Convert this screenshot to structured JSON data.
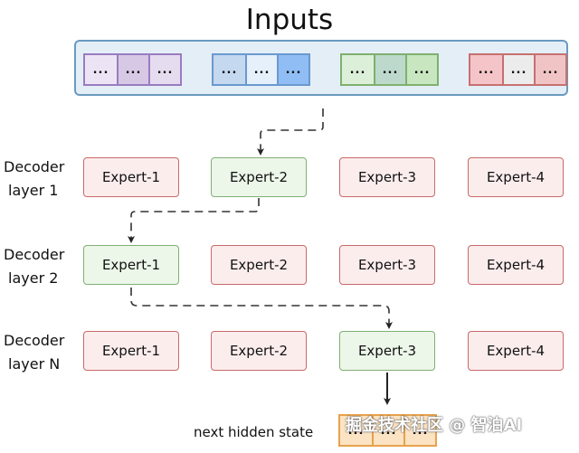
{
  "title": "Inputs",
  "token_text": "...",
  "input_groups": [
    {
      "border": "#9a7cc0",
      "fills": [
        "#ece4f4",
        "#d7c8e6",
        "#e6dcf0"
      ]
    },
    {
      "border": "#6a99cf",
      "fills": [
        "#c4d8f0",
        "#e6f0fa",
        "#8fbdf4"
      ]
    },
    {
      "border": "#7fb06f",
      "fills": [
        "#dcefd8",
        "#bcd9cc",
        "#c8e6c0"
      ]
    },
    {
      "border": "#c77070",
      "fills": [
        "#f4c4c8",
        "#ececec",
        "#f0c4c4"
      ]
    }
  ],
  "layers": [
    {
      "label_line1": "Decoder",
      "label_line2": "layer 1",
      "experts": [
        "Expert-1",
        "Expert-2",
        "Expert-3",
        "Expert-4"
      ],
      "active_index": 1
    },
    {
      "label_line1": "Decoder",
      "label_line2": "layer 2",
      "experts": [
        "Expert-1",
        "Expert-2",
        "Expert-3",
        "Expert-4"
      ],
      "active_index": 0
    },
    {
      "label_line1": "Decoder",
      "label_line2": "layer N",
      "experts": [
        "Expert-1",
        "Expert-2",
        "Expert-3",
        "Expert-4"
      ],
      "active_index": 2
    }
  ],
  "output_label": "next hidden state",
  "watermark": "掘金技术社区 @ 智泊AI",
  "colors": {
    "expert_border": "#c76a6a",
    "expert_fill": "#fceded",
    "active_border": "#7fb073",
    "active_fill": "#ecf6e9",
    "output_border": "#e6a24d",
    "output_fill": "#fbe3c3"
  }
}
